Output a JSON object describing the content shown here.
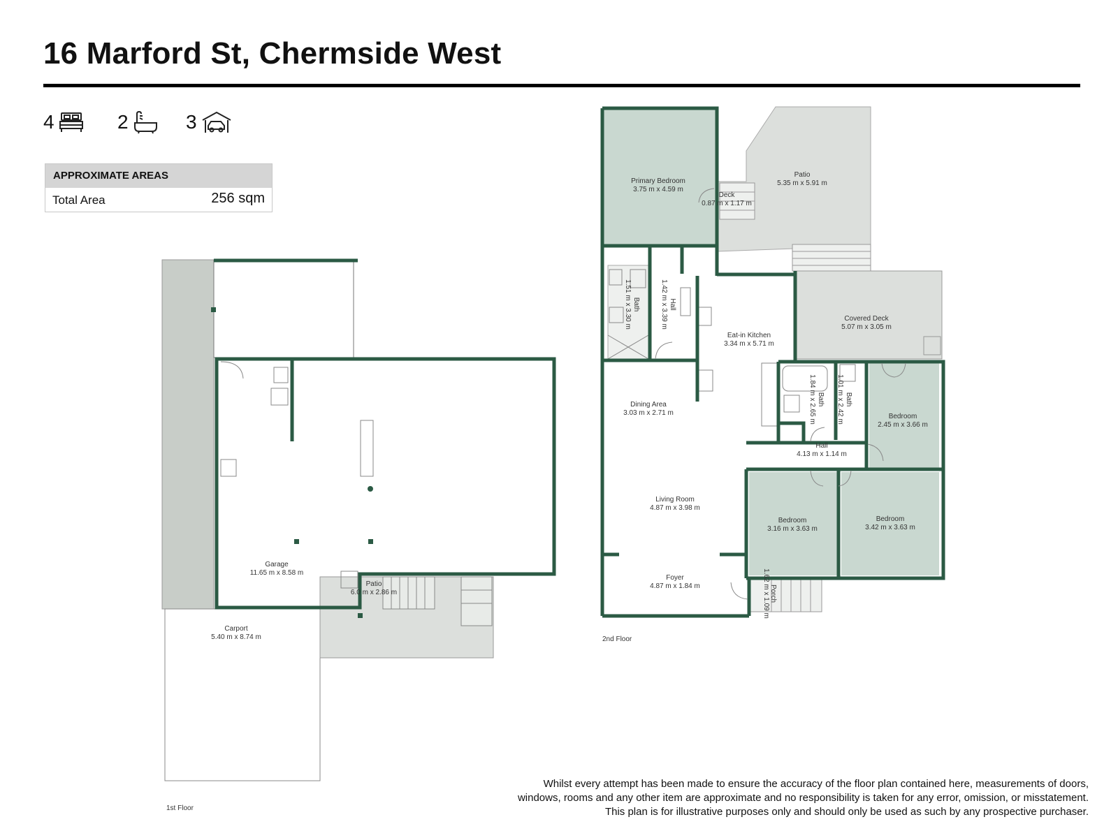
{
  "header": {
    "title": "16 Marford St, Chermside West"
  },
  "features": [
    {
      "count": "4",
      "icon": "bed-icon"
    },
    {
      "count": "2",
      "icon": "bath-icon"
    },
    {
      "count": "3",
      "icon": "garage-car-icon"
    }
  ],
  "areas": {
    "heading": "APPROXIMATE AREAS",
    "total_label": "Total Area",
    "total_value": "256 sqm"
  },
  "colors": {
    "wall": "#2b5a44",
    "room_fill": "#c9d8d0",
    "outdoor_fill": "#dcdfdc"
  },
  "floors": {
    "first": {
      "label": "1st Floor",
      "rooms": {
        "garage": {
          "name": "Garage",
          "dims": "11.65 m x 8.58 m"
        },
        "patio": {
          "name": "Patio",
          "dims": "6.0 m x 2.86 m"
        },
        "carport": {
          "name": "Carport",
          "dims": "5.40 m x 8.74 m"
        }
      }
    },
    "second": {
      "label": "2nd Floor",
      "rooms": {
        "primary_bedroom": {
          "name": "Primary Bedroom",
          "dims": "3.75 m x 4.59 m"
        },
        "deck": {
          "name": "Deck",
          "dims": "0.87 m x 1.17 m"
        },
        "patio": {
          "name": "Patio",
          "dims": "5.35 m x 5.91 m"
        },
        "bath1": {
          "name": "Bath",
          "dims": "1.51 m x 3.30 m"
        },
        "hall1": {
          "name": "Hall",
          "dims": "1.42 m x 3.39 m"
        },
        "kitchen": {
          "name": "Eat-in Kitchen",
          "dims": "3.34 m x 5.71 m"
        },
        "covered_deck": {
          "name": "Covered Deck",
          "dims": "5.07 m x 3.05 m"
        },
        "dining": {
          "name": "Dining Area",
          "dims": "3.03 m x 2.71 m"
        },
        "bath2": {
          "name": "Bath",
          "dims": "1.84 m x 2.65 m"
        },
        "bath3": {
          "name": "Bath",
          "dims": "1.01 m x 2.42 m"
        },
        "bedroom_a": {
          "name": "Bedroom",
          "dims": "2.45 m x 3.66 m"
        },
        "hall2": {
          "name": "Hall",
          "dims": "4.13 m x 1.14 m"
        },
        "living": {
          "name": "Living Room",
          "dims": "4.87 m x 3.98 m"
        },
        "bedroom_b": {
          "name": "Bedroom",
          "dims": "3.16 m x 3.63 m"
        },
        "bedroom_c": {
          "name": "Bedroom",
          "dims": "3.42 m x 3.63 m"
        },
        "foyer": {
          "name": "Foyer",
          "dims": "4.87 m x 1.84 m"
        },
        "porch": {
          "name": "Porch",
          "dims": "1.62 m x 1.09 m"
        }
      }
    }
  },
  "disclaimer": {
    "lines": [
      "Whilst every attempt has been made to ensure the accuracy of the floor plan contained here, measurements of doors,",
      "windows, rooms and any other item are approximate and no responsibility is taken for any error, omission, or misstatement.",
      "This plan is for illustrative purposes only and should only be used as such by any prospective purchaser."
    ]
  }
}
